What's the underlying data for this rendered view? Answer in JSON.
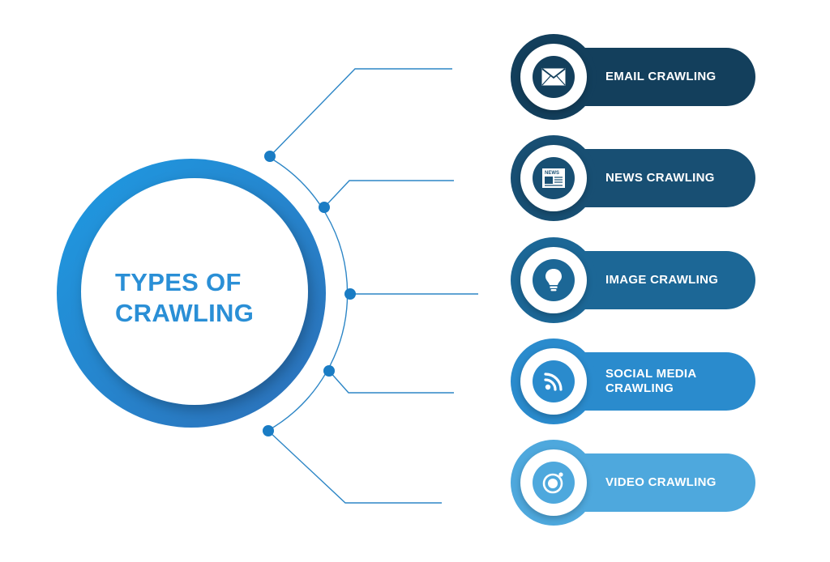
{
  "hub": {
    "title_line1": "TYPES OF",
    "title_line2": "CRAWLING",
    "ring_color": "#2b8fd8",
    "text_color": "#2a8fd6"
  },
  "items": [
    {
      "label": "EMAIL CRAWLING",
      "icon": "envelope-icon",
      "color": "#133f5c"
    },
    {
      "label": "NEWS CRAWLING",
      "icon": "newspaper-icon",
      "color": "#184f73"
    },
    {
      "label": "IMAGE CRAWLING",
      "icon": "lightbulb-icon",
      "color": "#1c6796"
    },
    {
      "label": "SOCIAL MEDIA CRAWLING",
      "icon": "rss-icon",
      "color": "#2a8bcd"
    },
    {
      "label": "VIDEO CRAWLING",
      "icon": "camera-lens-icon",
      "color": "#4ea8dd"
    }
  ],
  "news_icon_text": "NEWS",
  "connector_color": "#2d86c6"
}
